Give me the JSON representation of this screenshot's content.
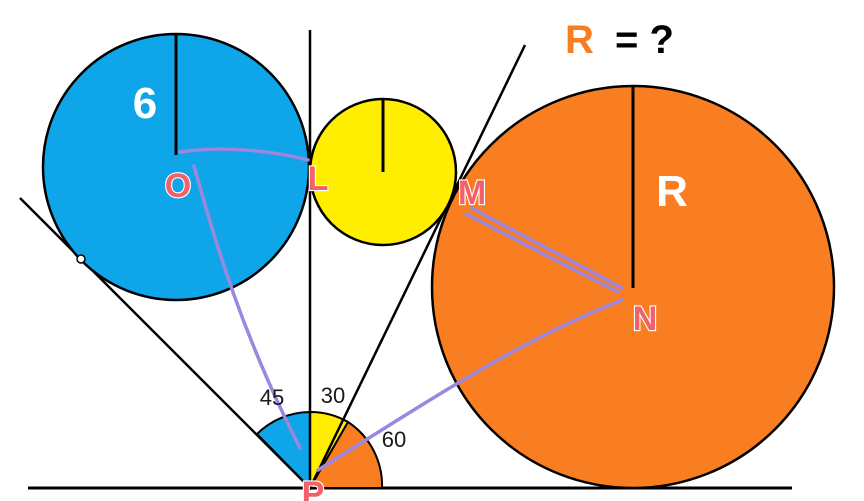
{
  "title": {
    "variable": "R",
    "rest": "= ?"
  },
  "circles": {
    "small_radius_label": "6",
    "large_radius_label": "R"
  },
  "points": {
    "O": "O",
    "L": "L",
    "M": "M",
    "N": "N",
    "P": "P"
  },
  "angles": {
    "a1": "45",
    "a2": "30",
    "a3": "60"
  },
  "colors": {
    "blue": "#0ea5e9",
    "yellow": "#ffee00",
    "orange": "#f97d21",
    "title_R": "#f97d21",
    "point_label": "#f2606a",
    "trace": "#9b87e0",
    "line": "#000000"
  }
}
